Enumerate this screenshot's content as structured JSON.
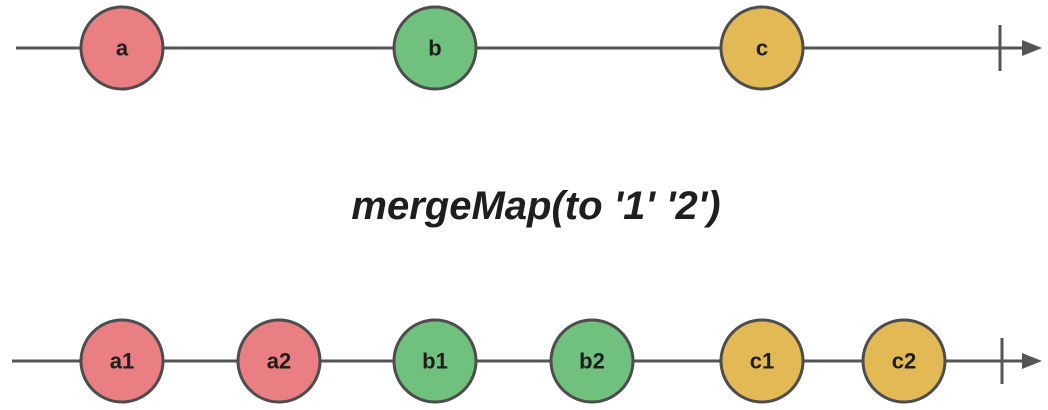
{
  "operator": {
    "label": "mergeMap(to '1' '2')"
  },
  "colors": {
    "red": "#e97f83",
    "green": "#70c07e",
    "yellow": "#e3b956",
    "line": "#555555",
    "stroke": "#4d4d4d",
    "text": "#1e1e1e"
  },
  "input_stream": {
    "marbles": [
      {
        "label": "a",
        "color": "red"
      },
      {
        "label": "b",
        "color": "green"
      },
      {
        "label": "c",
        "color": "yellow"
      }
    ],
    "completed": true
  },
  "output_stream": {
    "marbles": [
      {
        "label": "a1",
        "color": "red"
      },
      {
        "label": "a2",
        "color": "red"
      },
      {
        "label": "b1",
        "color": "green"
      },
      {
        "label": "b2",
        "color": "green"
      },
      {
        "label": "c1",
        "color": "yellow"
      },
      {
        "label": "c2",
        "color": "yellow"
      }
    ],
    "completed": true
  }
}
